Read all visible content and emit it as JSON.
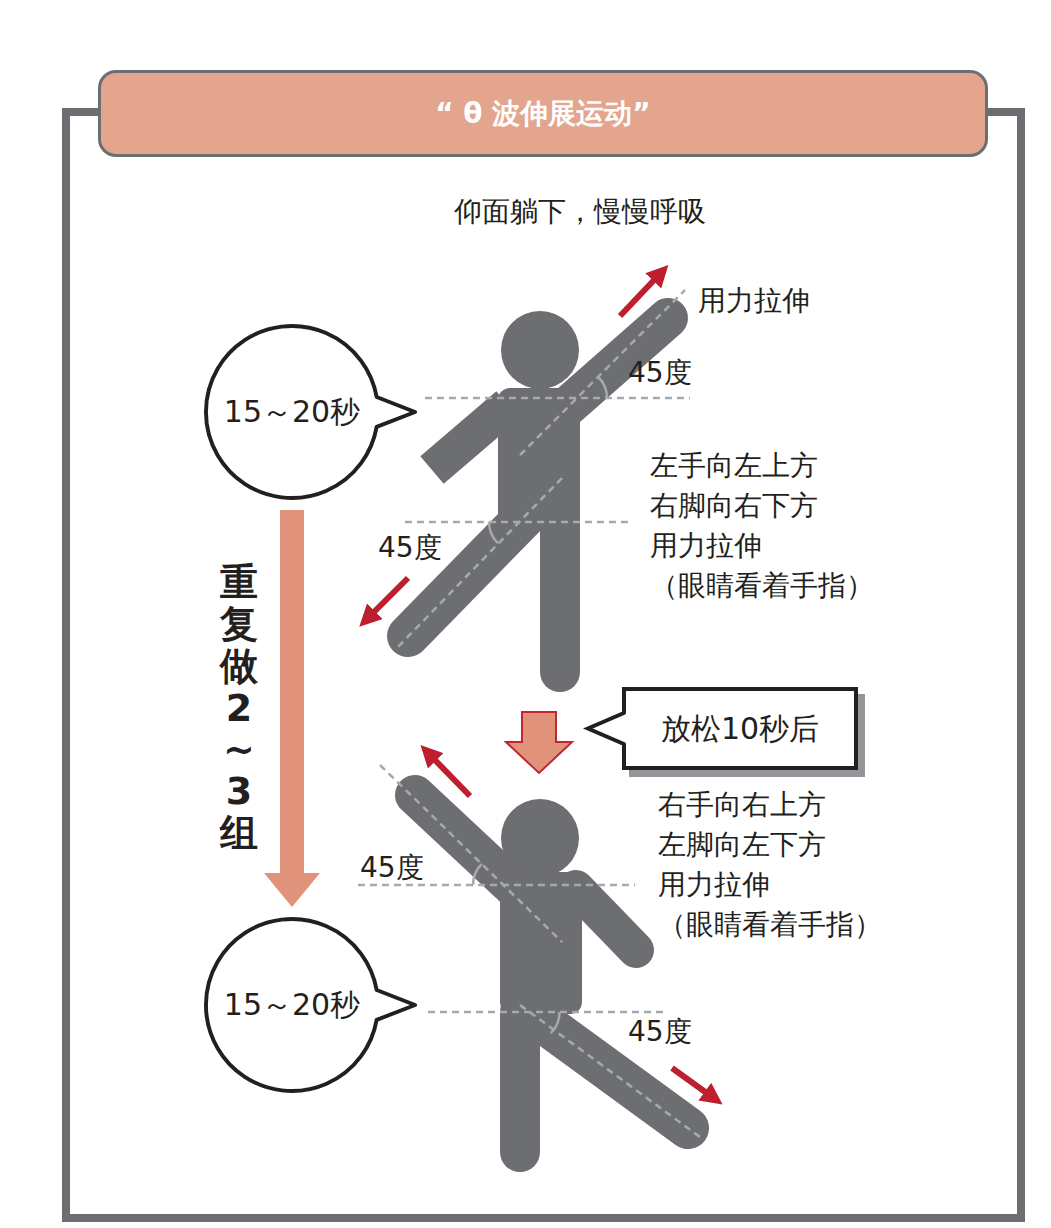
{
  "diagram": {
    "title": "“ θ 波伸展运动”",
    "nodes": [
      {
        "text": [
          "15～20秒"
        ]
      },
      {
        "text": [
          "放松10秒后"
        ]
      },
      {
        "text": [
          "15～20秒"
        ]
      }
    ],
    "edges": [
      {
        "from": 0,
        "to": 2,
        "arrow": "to",
        "label": "重复做2~3组"
      }
    ],
    "labels": [
      "仰面躺下，慢慢呼吸",
      "用力拉伸",
      "45度",
      "左手向左上方 右脚向右下方 用力拉伸 （眼睛看着手指）",
      "45度",
      "右手向右上方 左脚向左下方 用力拉伸 （眼睛看着手指）",
      "45度",
      "45度"
    ]
  }
}
